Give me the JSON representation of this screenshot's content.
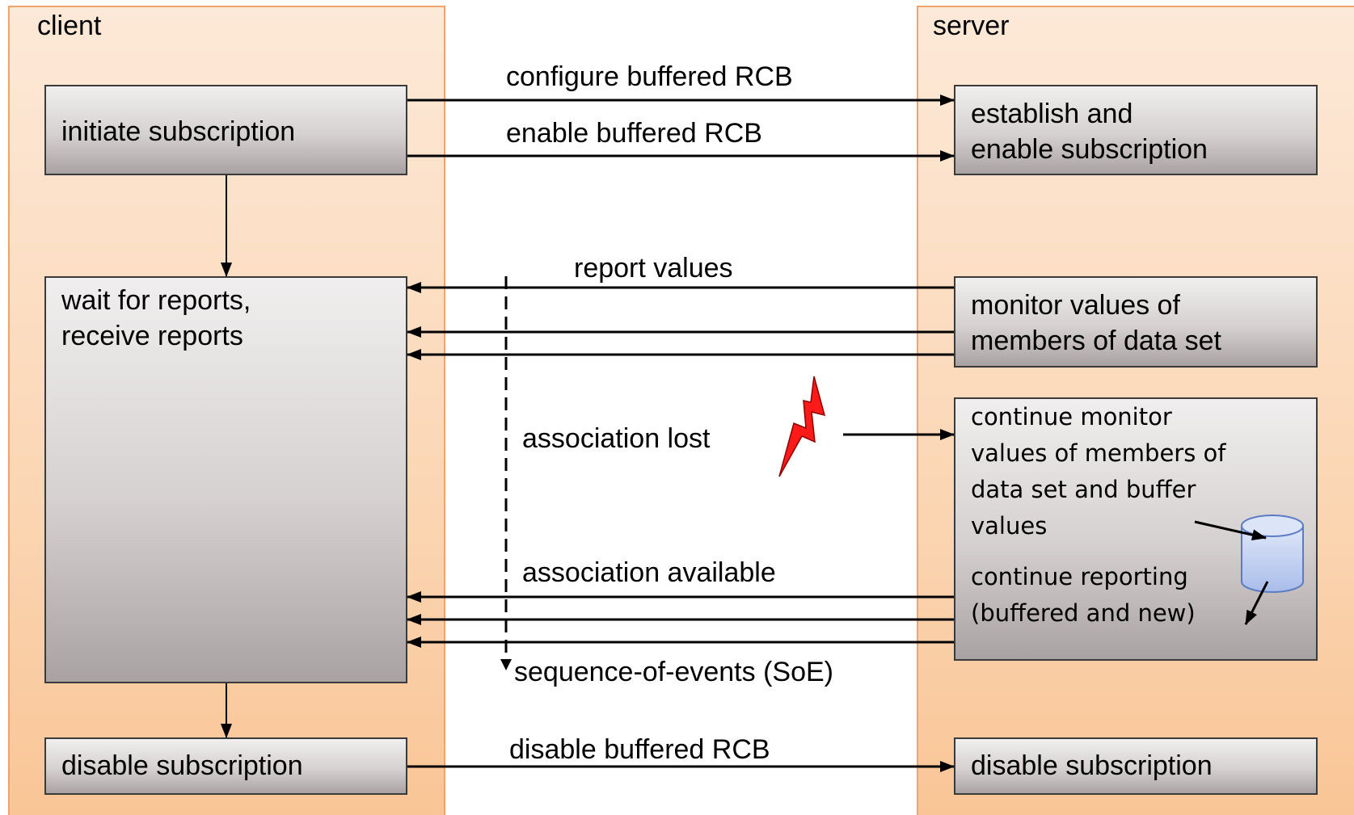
{
  "client": {
    "title": "client",
    "initiate": "initiate subscription",
    "wait_line1": "wait for reports,",
    "wait_line2": "receive reports",
    "disable": "disable subscription"
  },
  "server": {
    "title": "server",
    "establish_line1": "establish and",
    "establish_line2": "enable subscription",
    "monitor_line1": "monitor values of",
    "monitor_line2": "members of data set",
    "continue_lines": [
      "continue monitor",
      "values of members of",
      "data set and buffer",
      "values"
    ],
    "reporting_lines": [
      "continue reporting",
      "(buffered and new)"
    ],
    "disable": "disable subscription"
  },
  "messages": {
    "configure": "configure buffered RCB",
    "enable": "enable buffered RCB",
    "report": "report values",
    "lost": "association lost",
    "available": "association available",
    "soe": "sequence-of-events (SoE)",
    "disable": "disable buffered RCB"
  },
  "colors": {
    "lane_border": "#f2a36b",
    "lane_fill": "#fbd6b4",
    "box_fill": "#d6d1d1",
    "lightning": "#ff0000",
    "cylinder": "#b7c9ee"
  },
  "icons": [
    "lightning-icon",
    "database-cylinder-icon"
  ]
}
